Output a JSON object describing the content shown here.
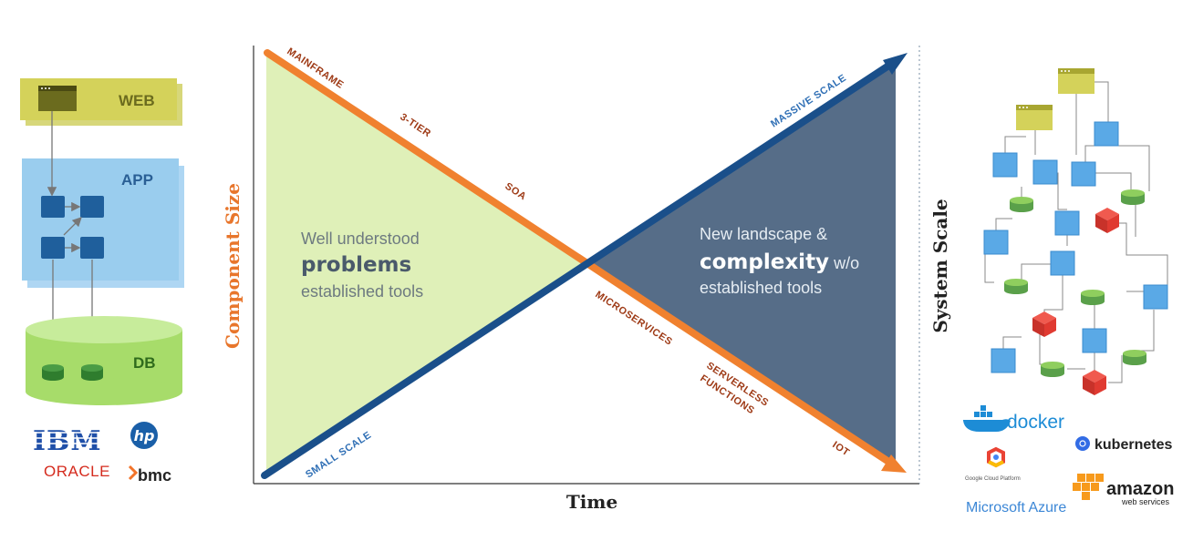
{
  "legacy_stack": {
    "web_label": "WEB",
    "app_label": "APP",
    "db_label": "DB",
    "vendor_logos": [
      "IBM",
      "hp",
      "ORACLE",
      "bmc"
    ]
  },
  "chart": {
    "y_axis_label": "Component Size",
    "x_axis_label": "Time",
    "right_axis_label": "System Scale",
    "descending_line_labels": [
      "MAINFRAME",
      "3-TIER",
      "SOA",
      "MICROSERVICES",
      "SERVERLESS",
      "FUNCTIONS",
      "IOT"
    ],
    "ascending_line_labels": [
      "SMALL SCALE",
      "MASSIVE SCALE"
    ],
    "left_region": {
      "line1": "Well understood",
      "line2": "problems",
      "line3": "established tools"
    },
    "right_region": {
      "line1": "New landscape &",
      "line2_bold": "complexity",
      "line2_rest": " w/o",
      "line3": "established tools"
    },
    "colors": {
      "descending_line": "#f0812f",
      "ascending_line": "#1a4f8a",
      "left_fill": "#dff0b8",
      "right_fill": "#566d88",
      "y_axis_label": "#e8762c",
      "label_dark": "#9e3a16",
      "label_blue": "#2f6fb5"
    }
  },
  "cloud_logos": {
    "docker": "docker",
    "kubernetes": "kubernetes",
    "google_cloud": "Google Cloud Platform",
    "azure": "Microsoft Azure",
    "amazon": "amazon",
    "aws_sub": "web services"
  }
}
